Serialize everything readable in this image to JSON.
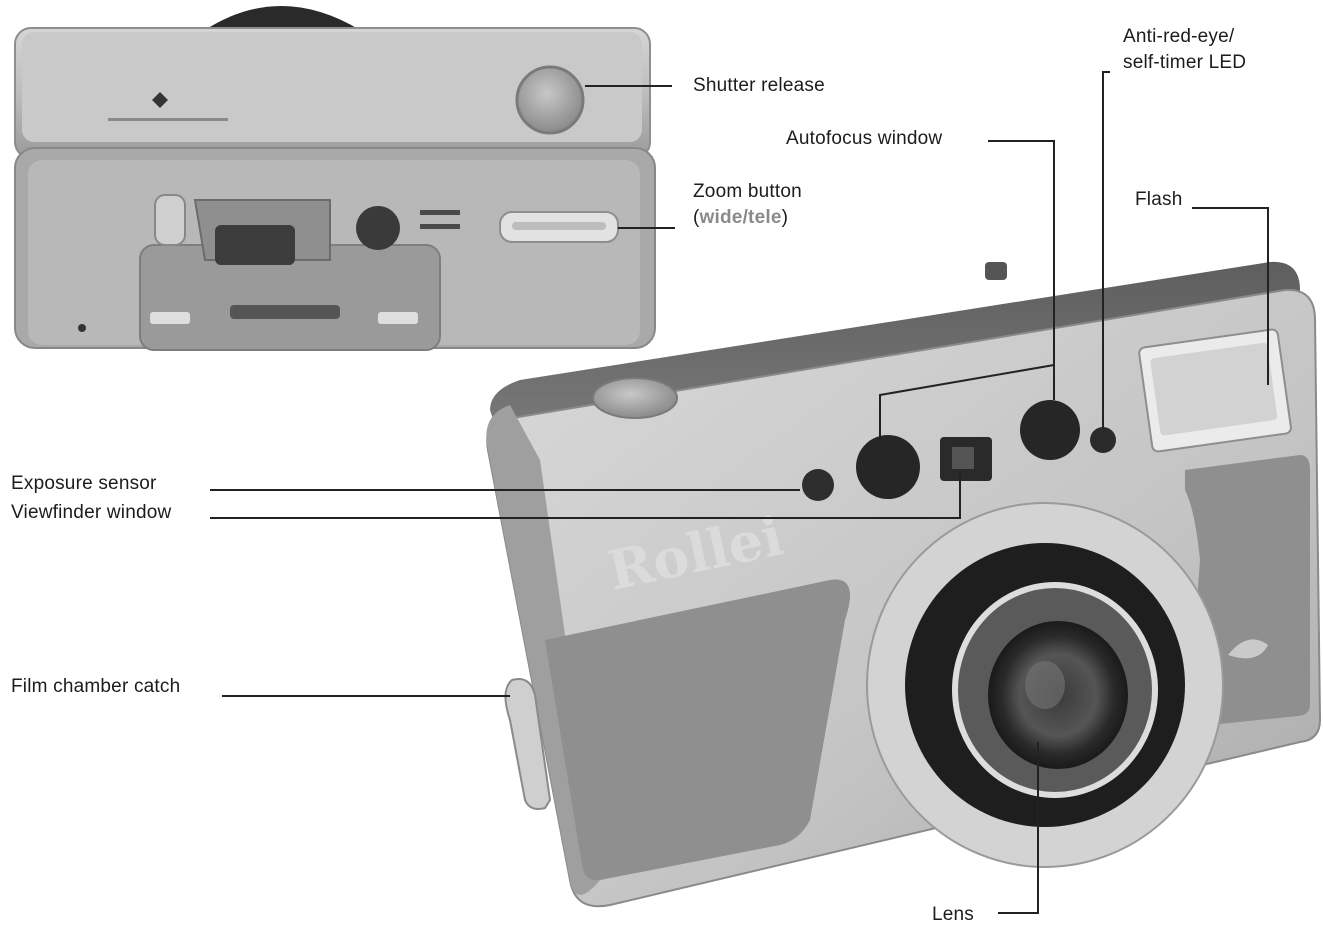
{
  "labels": {
    "shutter_release": "Shutter release",
    "anti_red_eye_line1": "Anti-red-eye/",
    "anti_red_eye_line2": "self-timer LED",
    "autofocus_window": "Autofocus window",
    "zoom_button": "Zoom button",
    "zoom_paren_open": "(",
    "zoom_wide": "wide",
    "zoom_slash": "/",
    "zoom_tele": "tele",
    "zoom_paren_close": ")",
    "flash": "Flash",
    "exposure_sensor": "Exposure sensor",
    "viewfinder_window": "Viewfinder window",
    "film_chamber_catch": "Film chamber catch",
    "lens": "Lens"
  },
  "camera": {
    "brand": "Rollei"
  },
  "colors": {
    "body_silver": "#b4b4b4",
    "body_dark": "#6e6e6e",
    "grip_gray": "#8f8f8f",
    "line": "#222222",
    "text": "#1c1c1c",
    "highlight": "#8a8a8a"
  }
}
